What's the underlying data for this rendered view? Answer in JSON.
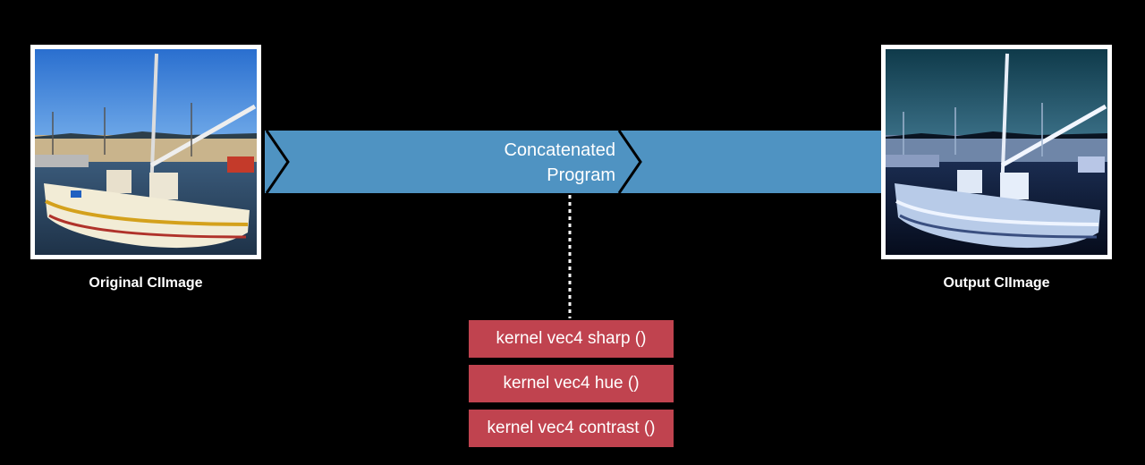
{
  "diagram": {
    "input_caption": "Original CIImage",
    "output_caption": "Output CIImage",
    "program_label_line1": "Concatenated",
    "program_label_line2": "Program",
    "kernels": [
      "kernel vec4 sharp ()",
      "kernel vec4 hue ()",
      "kernel vec4 contrast ()"
    ],
    "colors": {
      "band": "#4f93c2",
      "kernel": "#c0434f",
      "background": "#000000"
    }
  }
}
